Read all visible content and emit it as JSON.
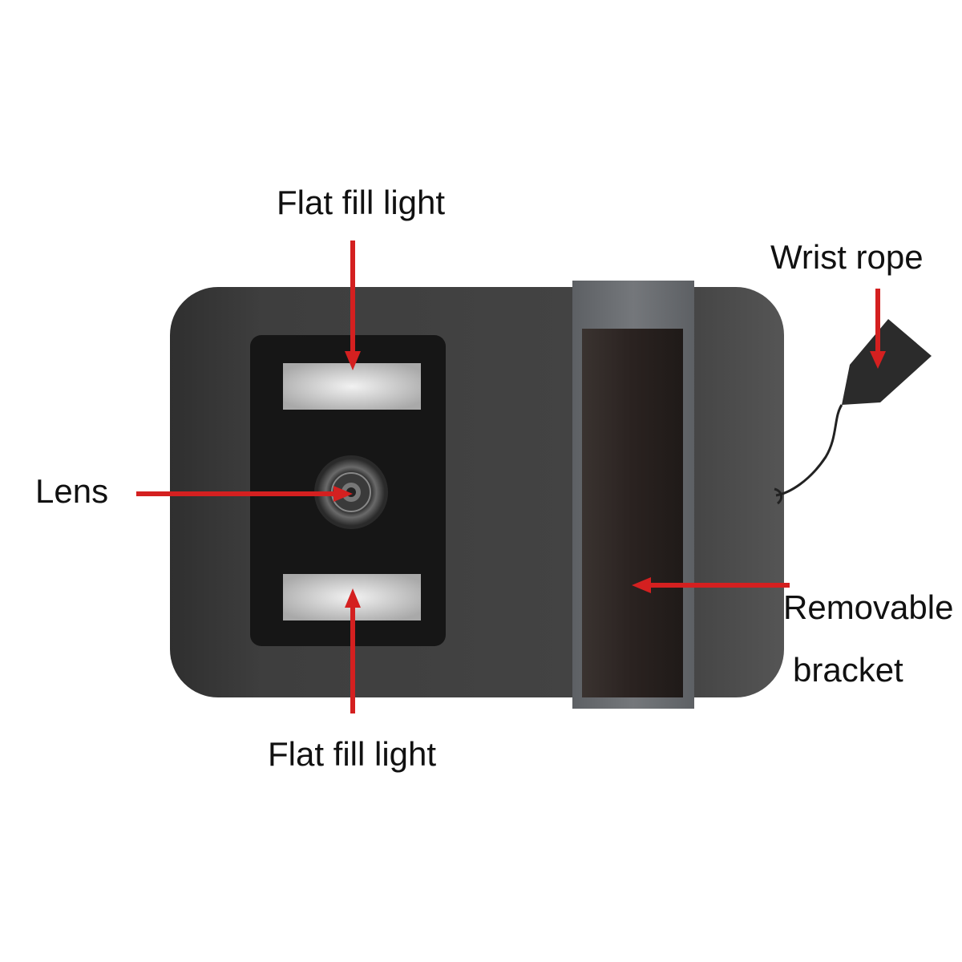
{
  "labels": {
    "top_fill_light": "Flat fill light",
    "bottom_fill_light": "Flat fill light",
    "lens": "Lens",
    "wrist_rope": "Wrist rope",
    "removable_bracket_line1": "Removable",
    "removable_bracket_line2": "bracket"
  },
  "colors": {
    "arrow": "#d42020",
    "body": "#3c3c3c",
    "face_panel": "#1a1a1a",
    "fill_light": "#cfcfcf",
    "bracket_frame": "#6c6f73",
    "bracket_strap": "#2a2220",
    "rope": "#222222"
  }
}
